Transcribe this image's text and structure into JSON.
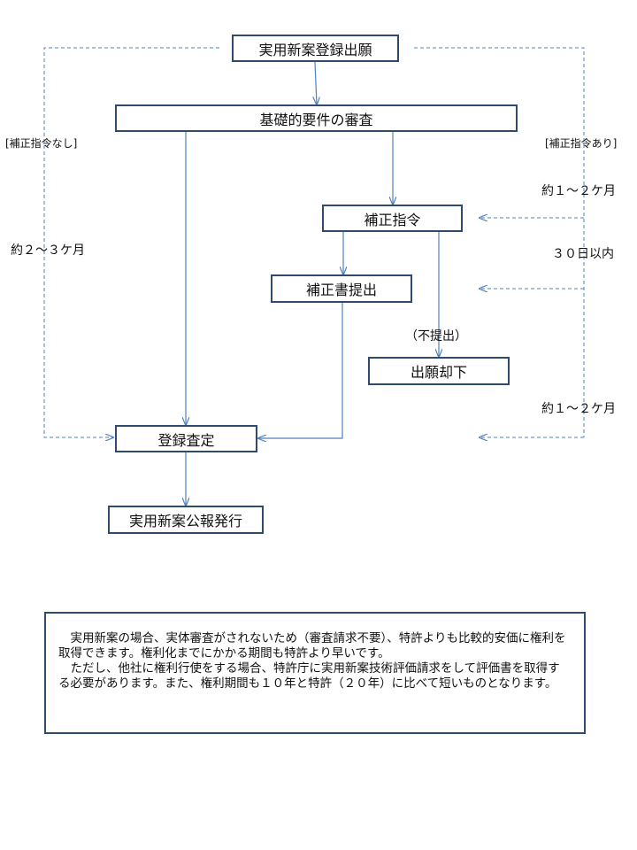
{
  "nodes": {
    "filing": "実用新案登録出願",
    "basic_exam": "基礎的要件の審査",
    "amend_order": "補正指令",
    "amend_submit": "補正書提出",
    "rejection": "出願却下",
    "registration": "登録査定",
    "publication": "実用新案公報発行"
  },
  "labels": {
    "no_order": "[補正指令なし]",
    "with_order": "[補正指令あり]",
    "left_duration": "約２～３ケ月",
    "right_duration_1": "約１～２ケ月",
    "right_duration_2": "３０日以内",
    "right_duration_3": "約１～２ケ月",
    "not_submitted": "（不提出）"
  },
  "note": {
    "paragraph1": "実用新案の場合、実体審査がされないため（審査請求不要）、特許よりも比較的安価に権利を取得できます。権利化までにかかる期間も特許より早いです。",
    "paragraph2": "ただし、他社に権利行使をする場合、特許庁に実用新案技術評価請求をして評価書を取得する必要があります。また、権利期間も１０年と特許（２０年）に比べて短いものとなります。"
  }
}
